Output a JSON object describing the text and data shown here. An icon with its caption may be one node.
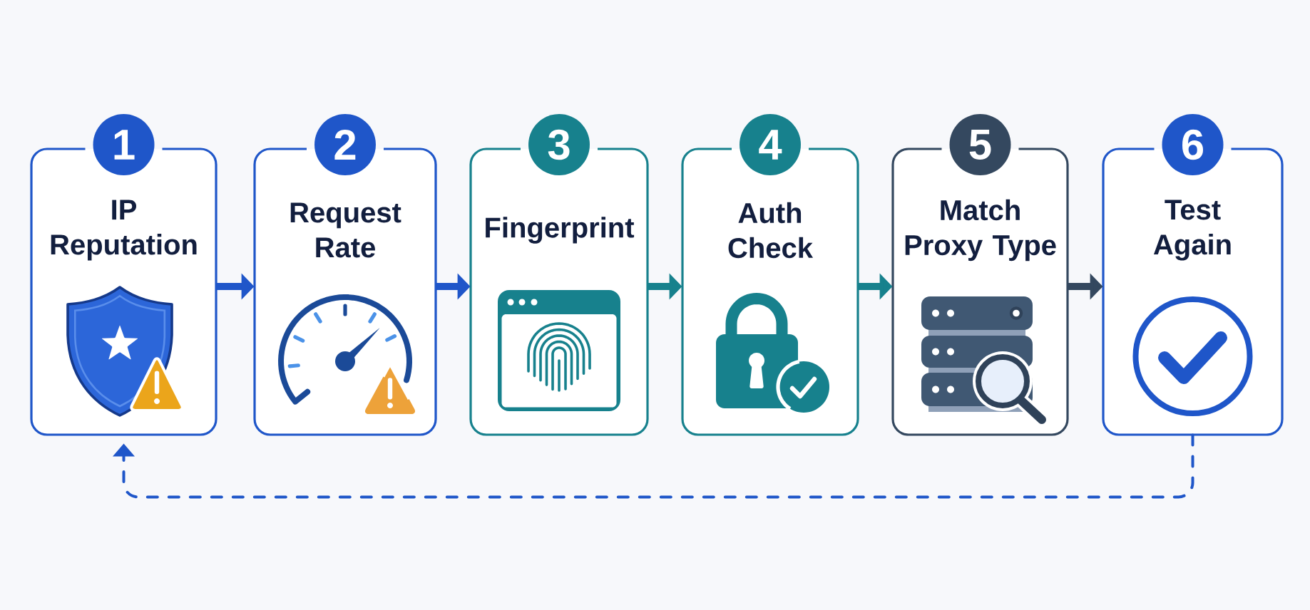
{
  "diagram": {
    "nodes": [
      {
        "text": [
          "1",
          "IP Reputation"
        ]
      },
      {
        "text": [
          "2",
          "Request Rate"
        ]
      },
      {
        "text": [
          "3",
          "Fingerprint"
        ]
      },
      {
        "text": [
          "4",
          "Auth Check"
        ]
      },
      {
        "text": [
          "5",
          "Match Proxy Type"
        ]
      },
      {
        "text": [
          "6",
          "Test Again"
        ]
      }
    ],
    "edges": [
      {
        "from": 0,
        "to": 1,
        "arrow": "to"
      },
      {
        "from": 1,
        "to": 2,
        "arrow": "to"
      },
      {
        "from": 2,
        "to": 3,
        "arrow": "to",
        "color": "#17818d"
      },
      {
        "from": 3,
        "to": 4,
        "arrow": "to",
        "color": "#17818d"
      },
      {
        "from": 4,
        "to": 5,
        "arrow": "to",
        "color": "#34485f"
      },
      {
        "from": 5,
        "to": 0,
        "arrow": "to",
        "style": "dashed"
      }
    ]
  }
}
